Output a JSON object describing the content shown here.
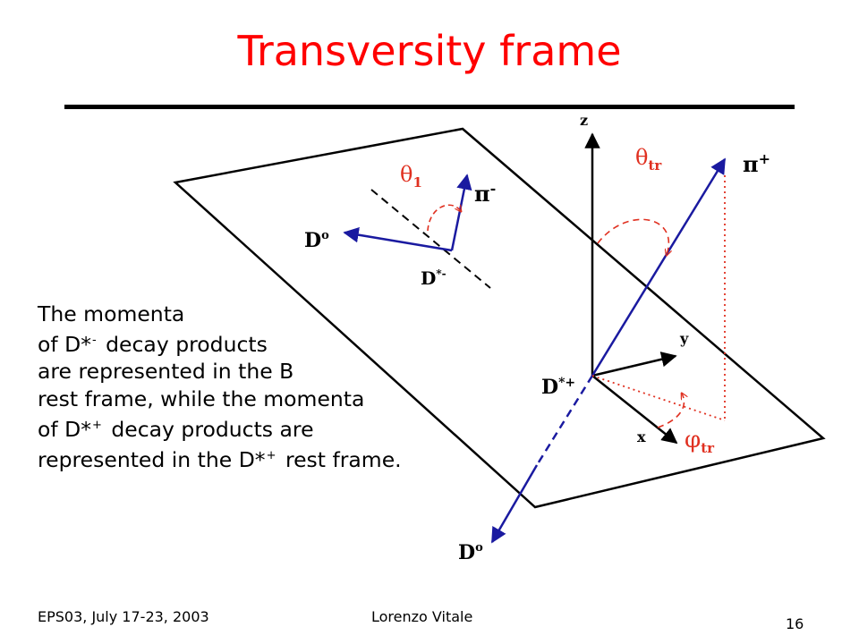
{
  "slide": {
    "title": "Transversity frame",
    "footer_left": "EPS03, July 17-23, 2003",
    "footer_center": "Lorenzo Vitale",
    "page_number": "16"
  },
  "caption": {
    "line1": "The momenta",
    "line2_a": "of D*",
    "line2_sup": "-",
    "line2_b": " decay products",
    "line3": "are represented in the B",
    "line4": "rest frame, while the momenta",
    "line5_a": "of D*",
    "line5_sup": "+",
    "line5_b": " decay products are",
    "line6_a": "represented in the D*",
    "line6_sup": "+",
    "line6_b": " rest frame."
  },
  "diagram": {
    "axis_z": "z",
    "axis_y": "y",
    "axis_x": "x",
    "theta1": "θ",
    "theta1_sub": "1",
    "theta_tr": "θ",
    "theta_tr_sub": "tr",
    "phi_tr": "φ",
    "phi_tr_sub": "tr",
    "pi_minus": "π",
    "pi_minus_sup": "-",
    "pi_plus": "π",
    "pi_plus_sup": "+",
    "d0_left": "D",
    "d0_left_sup": "o",
    "d0_bottom": "D",
    "d0_bottom_sup": "o",
    "dstar_minus": "D",
    "dstar_minus_sup": "*-",
    "dstar_plus": "D",
    "dstar_plus_sup": "*+",
    "colors": {
      "title": "#ff0000",
      "particle_arrow": "#1a1aa0",
      "angle": "#e03020"
    }
  }
}
